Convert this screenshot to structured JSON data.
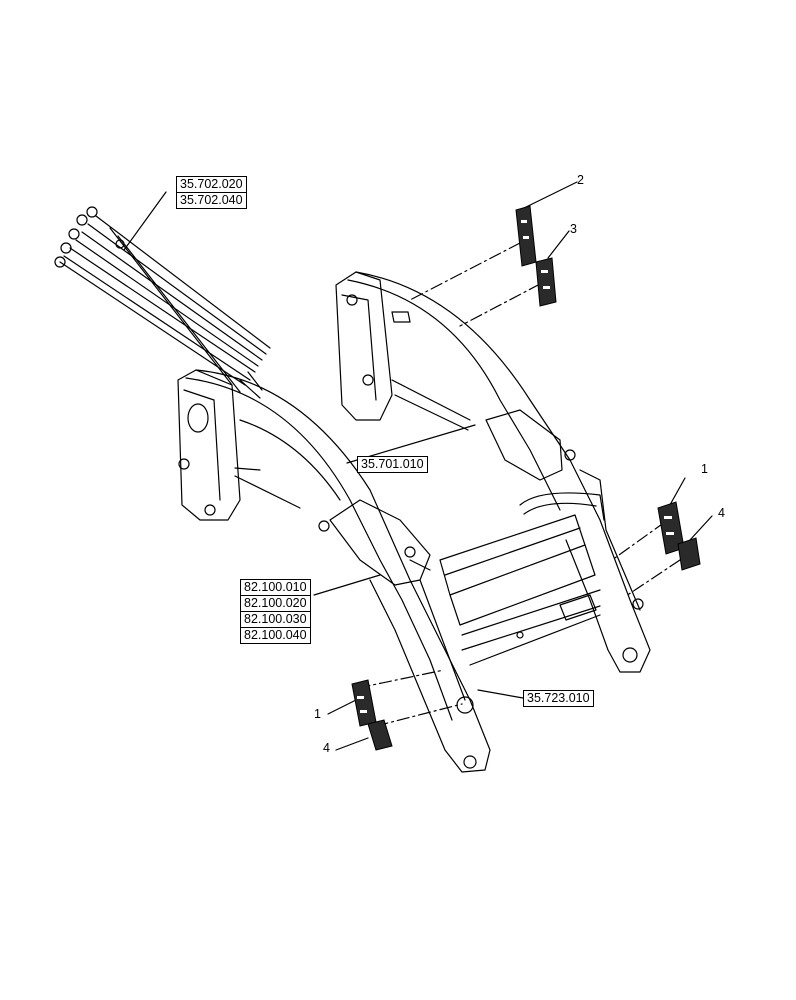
{
  "references": {
    "hoses": [
      "35.702.020",
      "35.702.040"
    ],
    "valve": "35.701.010",
    "decals_group": [
      "82.100.010",
      "82.100.020",
      "82.100.030",
      "82.100.040"
    ],
    "cylinder": "35.723.010"
  },
  "callouts": {
    "top_decal_2": "2",
    "top_decal_3": "3",
    "right_decal_1": "1",
    "right_decal_4": "4",
    "left_decal_1": "1",
    "left_decal_4": "4"
  },
  "colors": {
    "line": "#000000",
    "decal_fill": "#2a2a2a",
    "background": "#ffffff"
  }
}
